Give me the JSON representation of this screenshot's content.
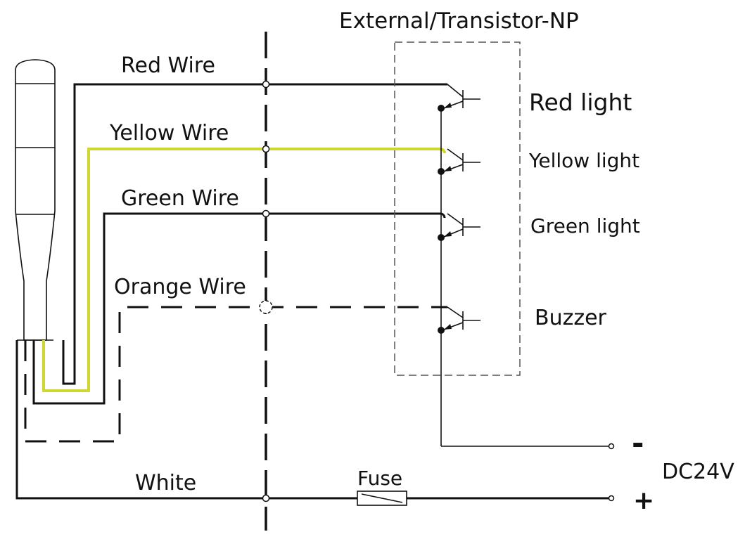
{
  "module_title": "External/Transistor-NP",
  "wires": {
    "red": "Red Wire",
    "yellow": "Yellow Wire",
    "green": "Green Wire",
    "orange": "Orange Wire",
    "white": "White"
  },
  "outputs": {
    "red": "Red light",
    "yellow": "Yellow light",
    "green": "Green light",
    "buzzer": "Buzzer"
  },
  "fuse": "Fuse",
  "supply": {
    "label": "DC24V",
    "minus": "-",
    "plus": "+"
  },
  "colors": {
    "wire": "#111111",
    "yellow_wire": "#cfd832"
  }
}
